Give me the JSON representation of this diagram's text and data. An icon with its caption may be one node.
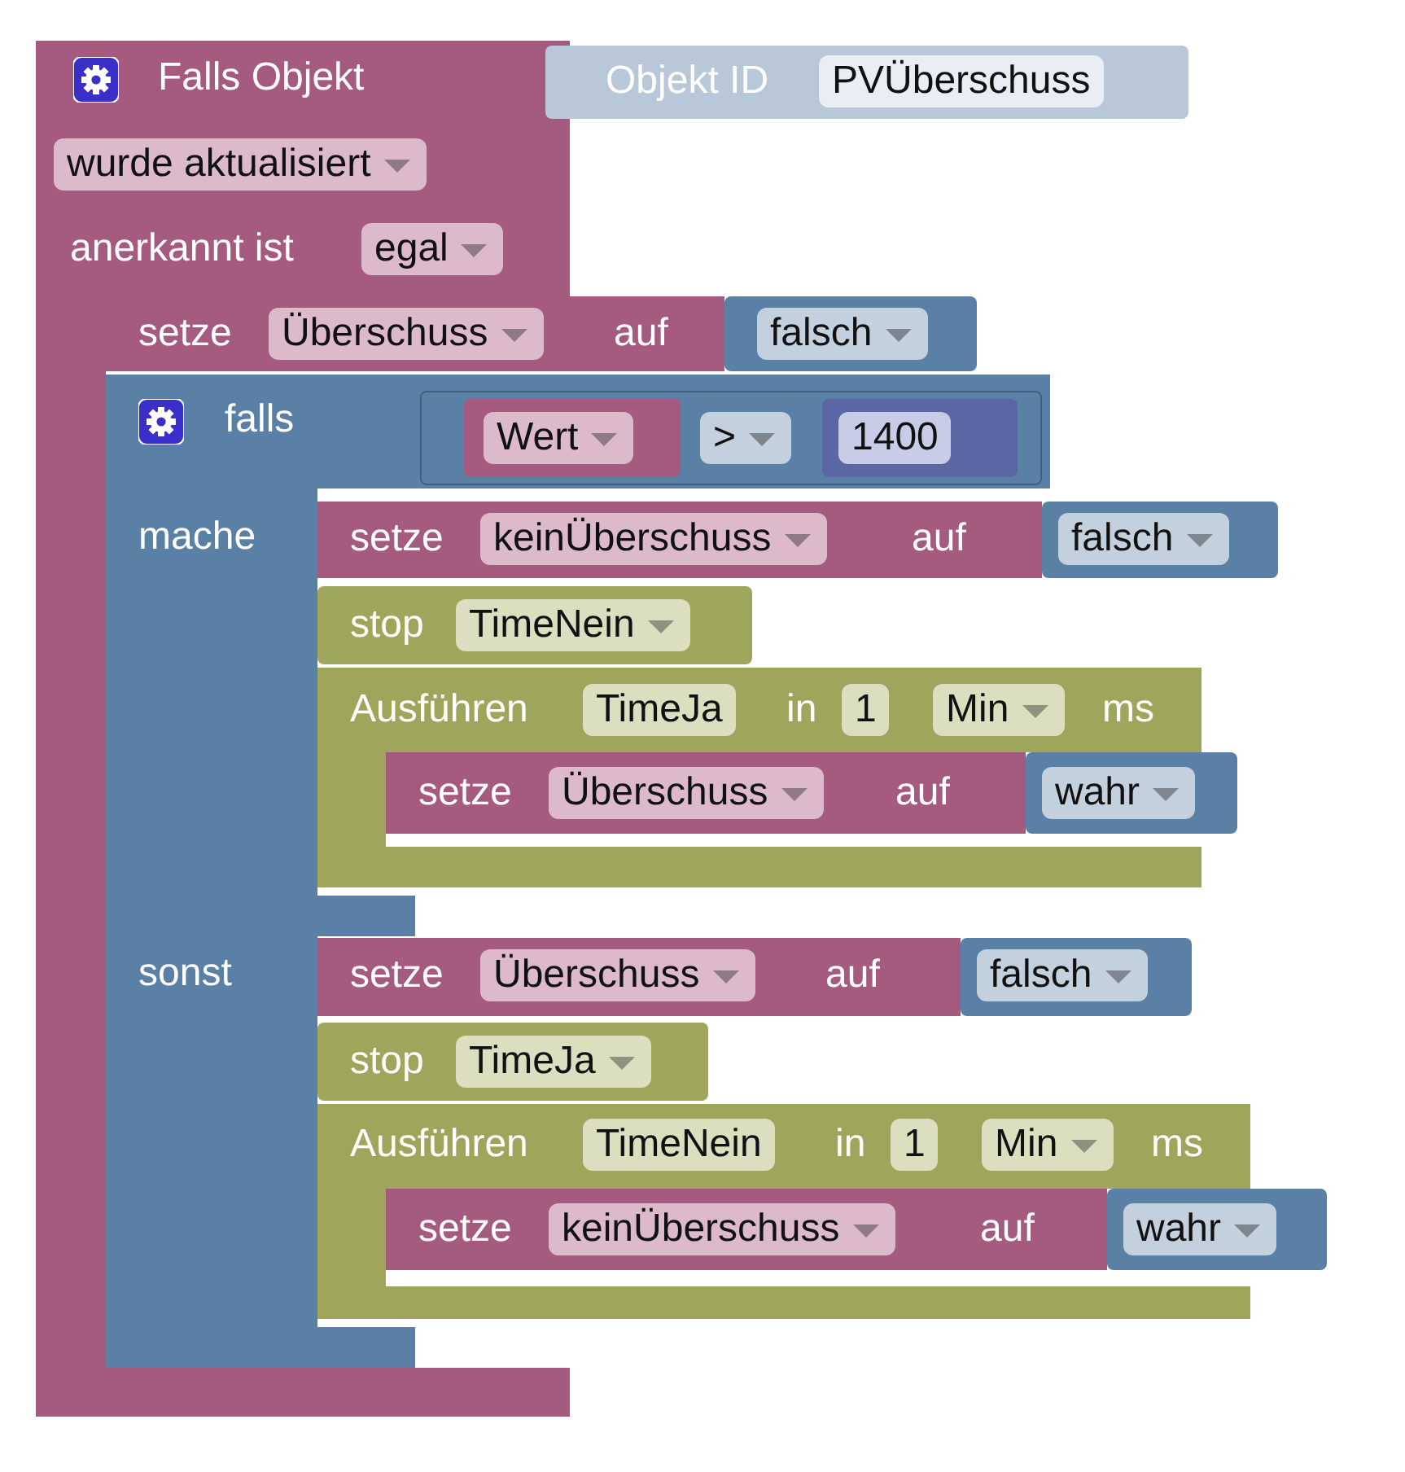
{
  "diagram": {
    "nodes": [
      {
        "text": [
          "Falls Objekt",
          "wurde aktualisiert",
          "anerkannt ist",
          "egal"
        ]
      },
      {
        "text": [
          "Objekt ID",
          "PVÜberschuss"
        ],
        "in": 0
      },
      {
        "text": [
          "setze",
          "Überschuss",
          "auf"
        ],
        "in": 0
      },
      {
        "text": [
          "falsch"
        ],
        "in": 2
      },
      {
        "text": [
          "falls",
          "mache",
          "sonst"
        ],
        "in": 0
      },
      {
        "text": [
          ">"
        ],
        "in": 4
      },
      {
        "text": [
          "Wert"
        ],
        "in": 5
      },
      {
        "text": [
          "1400"
        ],
        "in": 5
      },
      {
        "text": [
          "setze",
          "keinÜberschuss",
          "auf"
        ],
        "in": 4
      },
      {
        "text": [
          "falsch"
        ],
        "in": 8
      },
      {
        "text": [
          "stop",
          "TimeNein"
        ],
        "in": 4
      },
      {
        "text": [
          "Ausführen",
          "TimeJa",
          "in",
          "1",
          "Min",
          "ms"
        ],
        "in": 4
      },
      {
        "text": [
          "setze",
          "Überschuss",
          "auf"
        ],
        "in": 11
      },
      {
        "text": [
          "wahr"
        ],
        "in": 12
      },
      {
        "text": [
          "setze",
          "Überschuss",
          "auf"
        ],
        "in": 4
      },
      {
        "text": [
          "falsch"
        ],
        "in": 14
      },
      {
        "text": [
          "stop",
          "TimeJa"
        ],
        "in": 4
      },
      {
        "text": [
          "Ausführen",
          "TimeNein",
          "in",
          "1",
          "Min",
          "ms"
        ],
        "in": 4
      },
      {
        "text": [
          "setze",
          "keinÜberschuss",
          "auf"
        ],
        "in": 17
      },
      {
        "text": [
          "wahr"
        ],
        "in": 18
      }
    ]
  }
}
